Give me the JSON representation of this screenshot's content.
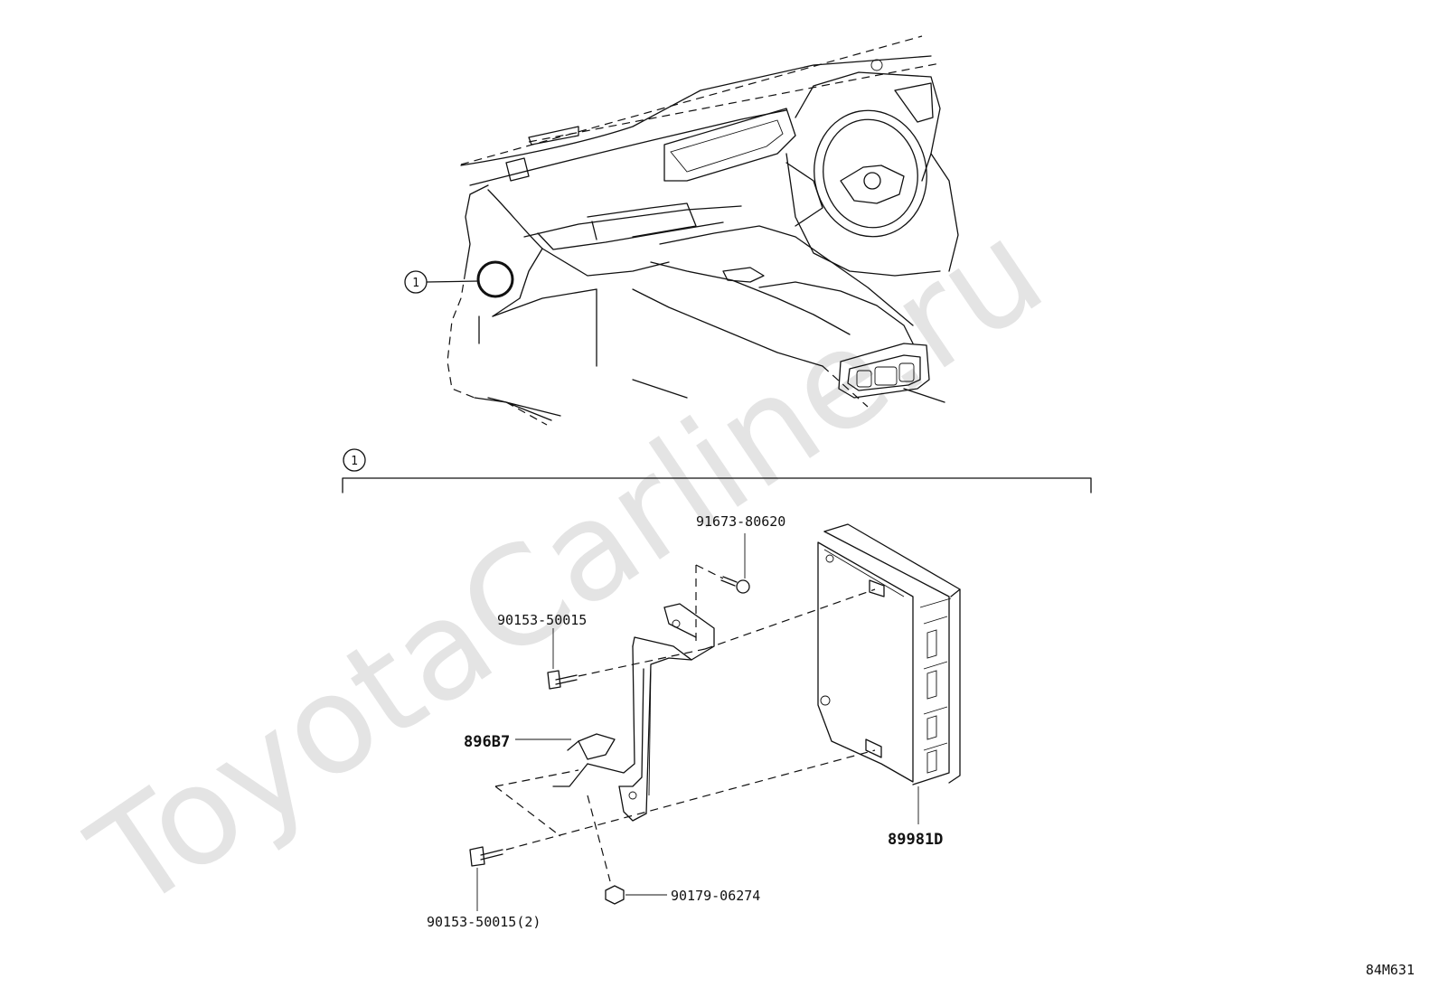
{
  "watermark": "ToyotaCarline.ru",
  "diagram_id": "84M631",
  "callouts": {
    "overview": "1",
    "detail": "1"
  },
  "parts": [
    {
      "number": "91673-80620"
    },
    {
      "number": "90153-50015"
    },
    {
      "number": "896B7"
    },
    {
      "number": "89981D"
    },
    {
      "number": "90153-50015(2)"
    },
    {
      "number": "90179-06274"
    }
  ]
}
